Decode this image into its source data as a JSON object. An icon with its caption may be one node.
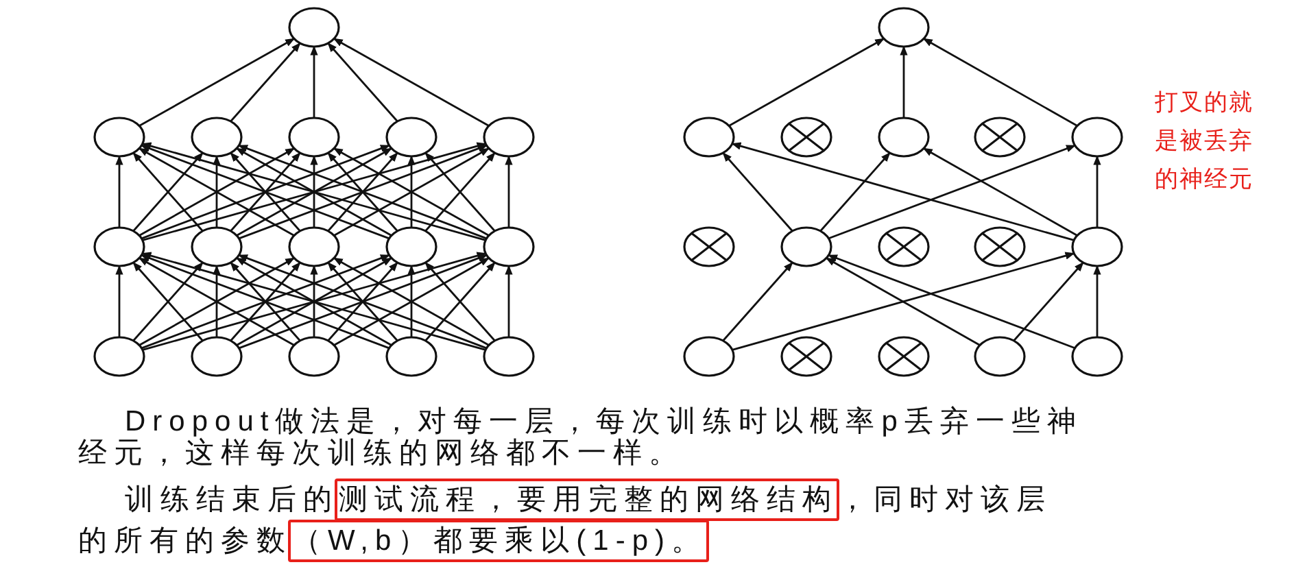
{
  "diagram": {
    "nodes": [
      {
        "text": [],
        "shape": "circle"
      },
      {
        "text": [],
        "shape": "circle"
      },
      {
        "text": [],
        "shape": "circle"
      },
      {
        "text": [],
        "shape": "circle"
      },
      {
        "text": [],
        "shape": "circle"
      },
      {
        "text": [],
        "shape": "circle"
      },
      {
        "text": [],
        "shape": "circle"
      },
      {
        "text": [],
        "shape": "circle"
      },
      {
        "text": [],
        "shape": "circle"
      },
      {
        "text": [],
        "shape": "circle"
      },
      {
        "text": [],
        "shape": "circle"
      },
      {
        "text": [],
        "shape": "circle"
      },
      {
        "text": [],
        "shape": "circle"
      },
      {
        "text": [],
        "shape": "circle"
      },
      {
        "text": [],
        "shape": "circle"
      },
      {
        "text": [],
        "shape": "circle"
      },
      {
        "text": [],
        "shape": "circle"
      },
      {
        "text": [],
        "shape": "circle"
      },
      {
        "text": [],
        "shape": "crossed"
      },
      {
        "text": [],
        "shape": "circle"
      },
      {
        "text": [],
        "shape": "crossed"
      },
      {
        "text": [],
        "shape": "circle"
      },
      {
        "text": [],
        "shape": "crossed"
      },
      {
        "text": [],
        "shape": "circle"
      },
      {
        "text": [],
        "shape": "crossed"
      },
      {
        "text": [],
        "shape": "crossed"
      },
      {
        "text": [],
        "shape": "circle"
      },
      {
        "text": [],
        "shape": "circle"
      },
      {
        "text": [],
        "shape": "crossed"
      },
      {
        "text": [],
        "shape": "crossed"
      },
      {
        "text": [],
        "shape": "circle"
      },
      {
        "text": [],
        "shape": "circle"
      }
    ],
    "edges": [
      {
        "from": 11,
        "to": 6,
        "arrow": "to"
      },
      {
        "from": 11,
        "to": 7,
        "arrow": "to"
      },
      {
        "from": 11,
        "to": 8,
        "arrow": "to"
      },
      {
        "from": 11,
        "to": 9,
        "arrow": "to"
      },
      {
        "from": 11,
        "to": 10,
        "arrow": "to"
      },
      {
        "from": 12,
        "to": 6,
        "arrow": "to"
      },
      {
        "from": 12,
        "to": 7,
        "arrow": "to"
      },
      {
        "from": 12,
        "to": 8,
        "arrow": "to"
      },
      {
        "from": 12,
        "to": 9,
        "arrow": "to"
      },
      {
        "from": 12,
        "to": 10,
        "arrow": "to"
      },
      {
        "from": 13,
        "to": 6,
        "arrow": "to"
      },
      {
        "from": 13,
        "to": 7,
        "arrow": "to"
      },
      {
        "from": 13,
        "to": 8,
        "arrow": "to"
      },
      {
        "from": 13,
        "to": 9,
        "arrow": "to"
      },
      {
        "from": 13,
        "to": 10,
        "arrow": "to"
      },
      {
        "from": 14,
        "to": 6,
        "arrow": "to"
      },
      {
        "from": 14,
        "to": 7,
        "arrow": "to"
      },
      {
        "from": 14,
        "to": 8,
        "arrow": "to"
      },
      {
        "from": 14,
        "to": 9,
        "arrow": "to"
      },
      {
        "from": 14,
        "to": 10,
        "arrow": "to"
      },
      {
        "from": 15,
        "to": 6,
        "arrow": "to"
      },
      {
        "from": 15,
        "to": 7,
        "arrow": "to"
      },
      {
        "from": 15,
        "to": 8,
        "arrow": "to"
      },
      {
        "from": 15,
        "to": 9,
        "arrow": "to"
      },
      {
        "from": 15,
        "to": 10,
        "arrow": "to"
      },
      {
        "from": 6,
        "to": 1,
        "arrow": "to"
      },
      {
        "from": 6,
        "to": 2,
        "arrow": "to"
      },
      {
        "from": 6,
        "to": 3,
        "arrow": "to"
      },
      {
        "from": 6,
        "to": 4,
        "arrow": "to"
      },
      {
        "from": 6,
        "to": 5,
        "arrow": "to"
      },
      {
        "from": 7,
        "to": 1,
        "arrow": "to"
      },
      {
        "from": 7,
        "to": 2,
        "arrow": "to"
      },
      {
        "from": 7,
        "to": 3,
        "arrow": "to"
      },
      {
        "from": 7,
        "to": 4,
        "arrow": "to"
      },
      {
        "from": 7,
        "to": 5,
        "arrow": "to"
      },
      {
        "from": 8,
        "to": 1,
        "arrow": "to"
      },
      {
        "from": 8,
        "to": 2,
        "arrow": "to"
      },
      {
        "from": 8,
        "to": 3,
        "arrow": "to"
      },
      {
        "from": 8,
        "to": 4,
        "arrow": "to"
      },
      {
        "from": 8,
        "to": 5,
        "arrow": "to"
      },
      {
        "from": 9,
        "to": 1,
        "arrow": "to"
      },
      {
        "from": 9,
        "to": 2,
        "arrow": "to"
      },
      {
        "from": 9,
        "to": 3,
        "arrow": "to"
      },
      {
        "from": 9,
        "to": 4,
        "arrow": "to"
      },
      {
        "from": 9,
        "to": 5,
        "arrow": "to"
      },
      {
        "from": 10,
        "to": 1,
        "arrow": "to"
      },
      {
        "from": 10,
        "to": 2,
        "arrow": "to"
      },
      {
        "from": 10,
        "to": 3,
        "arrow": "to"
      },
      {
        "from": 10,
        "to": 4,
        "arrow": "to"
      },
      {
        "from": 10,
        "to": 5,
        "arrow": "to"
      },
      {
        "from": 1,
        "to": 0,
        "arrow": "to"
      },
      {
        "from": 2,
        "to": 0,
        "arrow": "to"
      },
      {
        "from": 3,
        "to": 0,
        "arrow": "to"
      },
      {
        "from": 4,
        "to": 0,
        "arrow": "to"
      },
      {
        "from": 5,
        "to": 0,
        "arrow": "to"
      },
      {
        "from": 27,
        "to": 23,
        "arrow": "to"
      },
      {
        "from": 27,
        "to": 26,
        "arrow": "to"
      },
      {
        "from": 30,
        "to": 23,
        "arrow": "to"
      },
      {
        "from": 30,
        "to": 26,
        "arrow": "to"
      },
      {
        "from": 31,
        "to": 23,
        "arrow": "to"
      },
      {
        "from": 31,
        "to": 26,
        "arrow": "to"
      },
      {
        "from": 23,
        "to": 17,
        "arrow": "to"
      },
      {
        "from": 23,
        "to": 19,
        "arrow": "to"
      },
      {
        "from": 23,
        "to": 21,
        "arrow": "to"
      },
      {
        "from": 26,
        "to": 17,
        "arrow": "to"
      },
      {
        "from": 26,
        "to": 19,
        "arrow": "to"
      },
      {
        "from": 26,
        "to": 21,
        "arrow": "to"
      },
      {
        "from": 17,
        "to": 16,
        "arrow": "to"
      },
      {
        "from": 19,
        "to": 16,
        "arrow": "to"
      },
      {
        "from": 21,
        "to": 16,
        "arrow": "to"
      }
    ],
    "labels": [
      "打叉的就是被丢弃的神经元",
      "Dropout做法是，对每一层，每次训练时以概率p丢弃一些神经元，这样每次训练的网络都不一样。",
      "训练结束后的测试流程，要用完整的网络结构，同时对该层的所有的参数（W,b）都要乘以(1-p)。"
    ]
  }
}
